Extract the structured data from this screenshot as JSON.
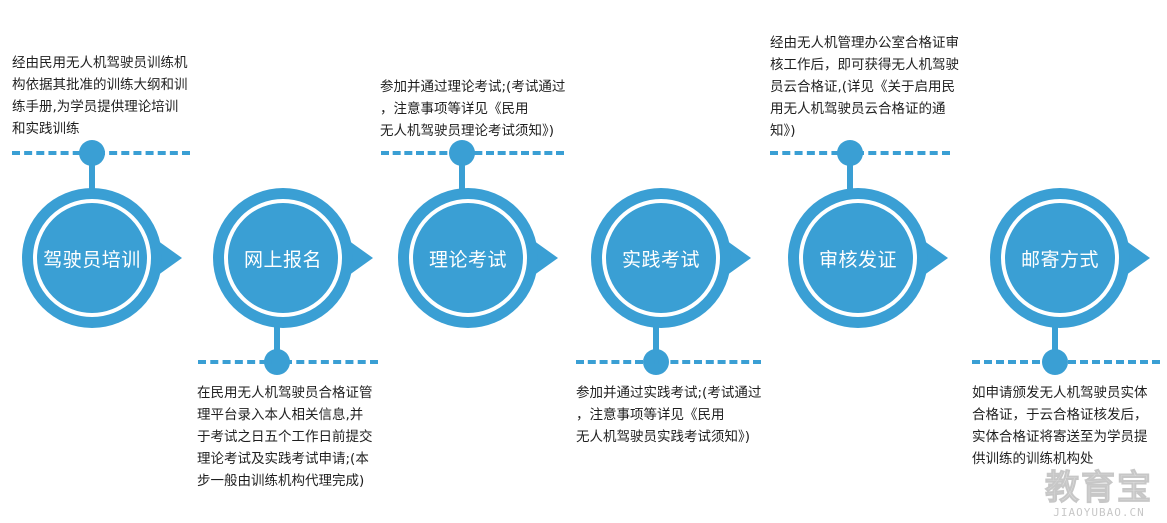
{
  "steps": [
    {
      "label": "驾驶员培训",
      "desc": "经由民用无人机驾驶员训练机\n构依据其批准的训练大纲和训\n练手册,为学员提供理论培训\n和实践训练"
    },
    {
      "label": "网上报名",
      "desc": "在民用无人机驾驶员合格证管\n理平台录入本人相关信息,并\n于考试之日五个工作日前提交\n理论考试及实践考试申请;(本\n步一般由训练机构代理完成)"
    },
    {
      "label": "理论考试",
      "desc": "参加并通过理论考试;(考试通过\n，注意事项等详见《民用\n无人机驾驶员理论考试须知》)"
    },
    {
      "label": "实践考试",
      "desc": "参加并通过实践考试;(考试通过\n，注意事项等详见《民用\n无人机驾驶员实践考试须知》)"
    },
    {
      "label": "审核发证",
      "desc": "经由无人机管理办公室合格证审\n核工作后，即可获得无人机驾驶\n员云合格证,(详见《关于启用民\n用无人机驾驶员云合格证的通\n知》)"
    },
    {
      "label": "邮寄方式",
      "desc": "如申请颁发无人机驾驶员实体\n合格证，于云合格证核发后，\n实体合格证将寄送至为学员提\n供训练的训练机构处"
    }
  ],
  "watermark": {
    "main": "教育宝",
    "sub": "JIAOYUBAO.CN"
  },
  "colors": {
    "primary": "#3a9fd4",
    "text": "#1f1f1f"
  }
}
